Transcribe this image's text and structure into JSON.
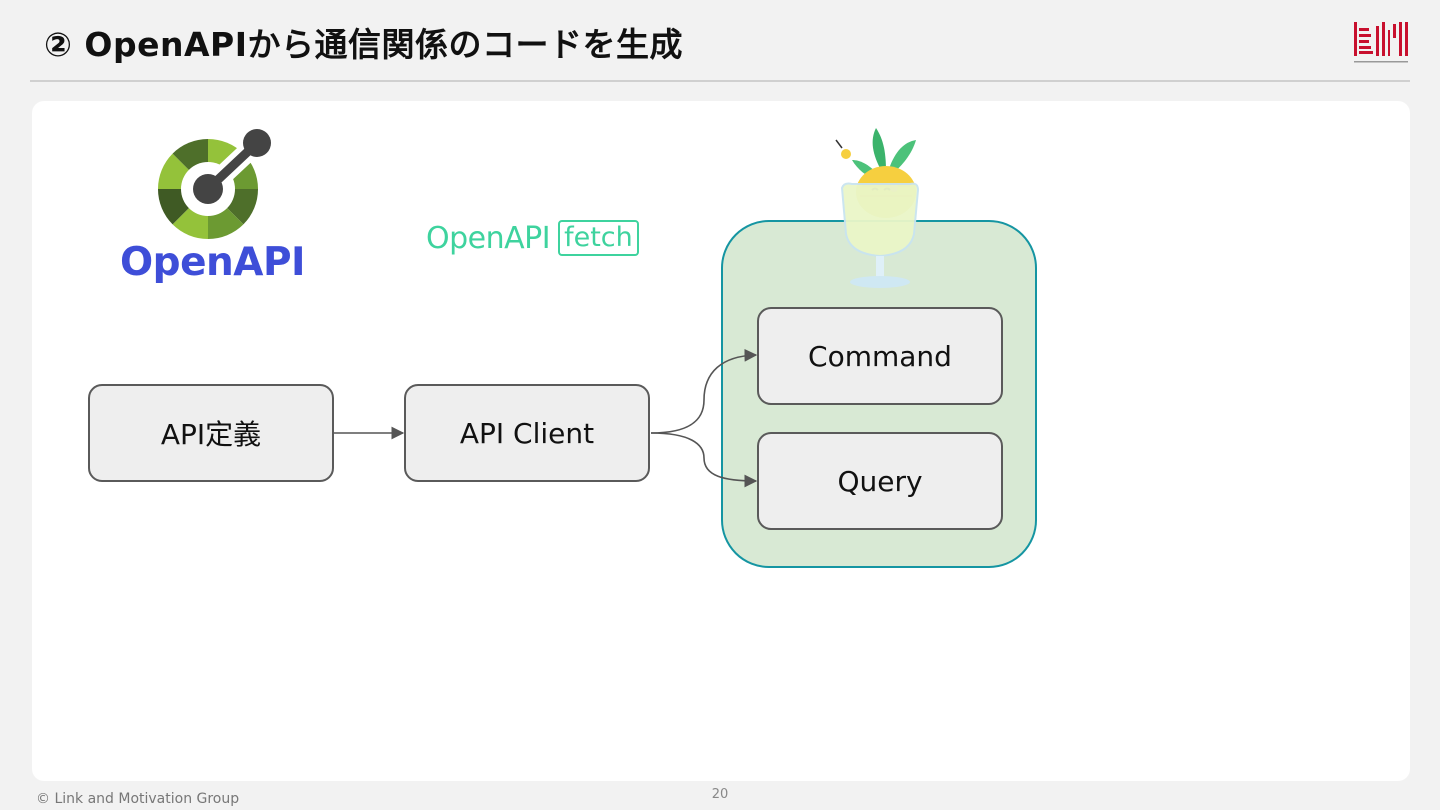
{
  "slide": {
    "title": "② OpenAPIから通信関係のコードを生成",
    "page_number": "20",
    "footer": "© Link and Motivation Group"
  },
  "logos": {
    "openapi_wordmark": "OpenAPI",
    "openapi_fetch_name": "OpenAPI",
    "openapi_fetch_badge": "fetch"
  },
  "diagram": {
    "nodes": {
      "api_definition": "API定義",
      "api_client": "API Client",
      "command": "Command",
      "query": "Query"
    },
    "edges": [
      {
        "from": "api_definition",
        "to": "api_client"
      },
      {
        "from": "api_client",
        "to": "command"
      },
      {
        "from": "api_client",
        "to": "query"
      }
    ]
  },
  "colors": {
    "group_fill": "#d8e9d4",
    "group_border": "#1595a2",
    "openapi_blue": "#3e4ed8",
    "fetch_green": "#3ed39e"
  }
}
